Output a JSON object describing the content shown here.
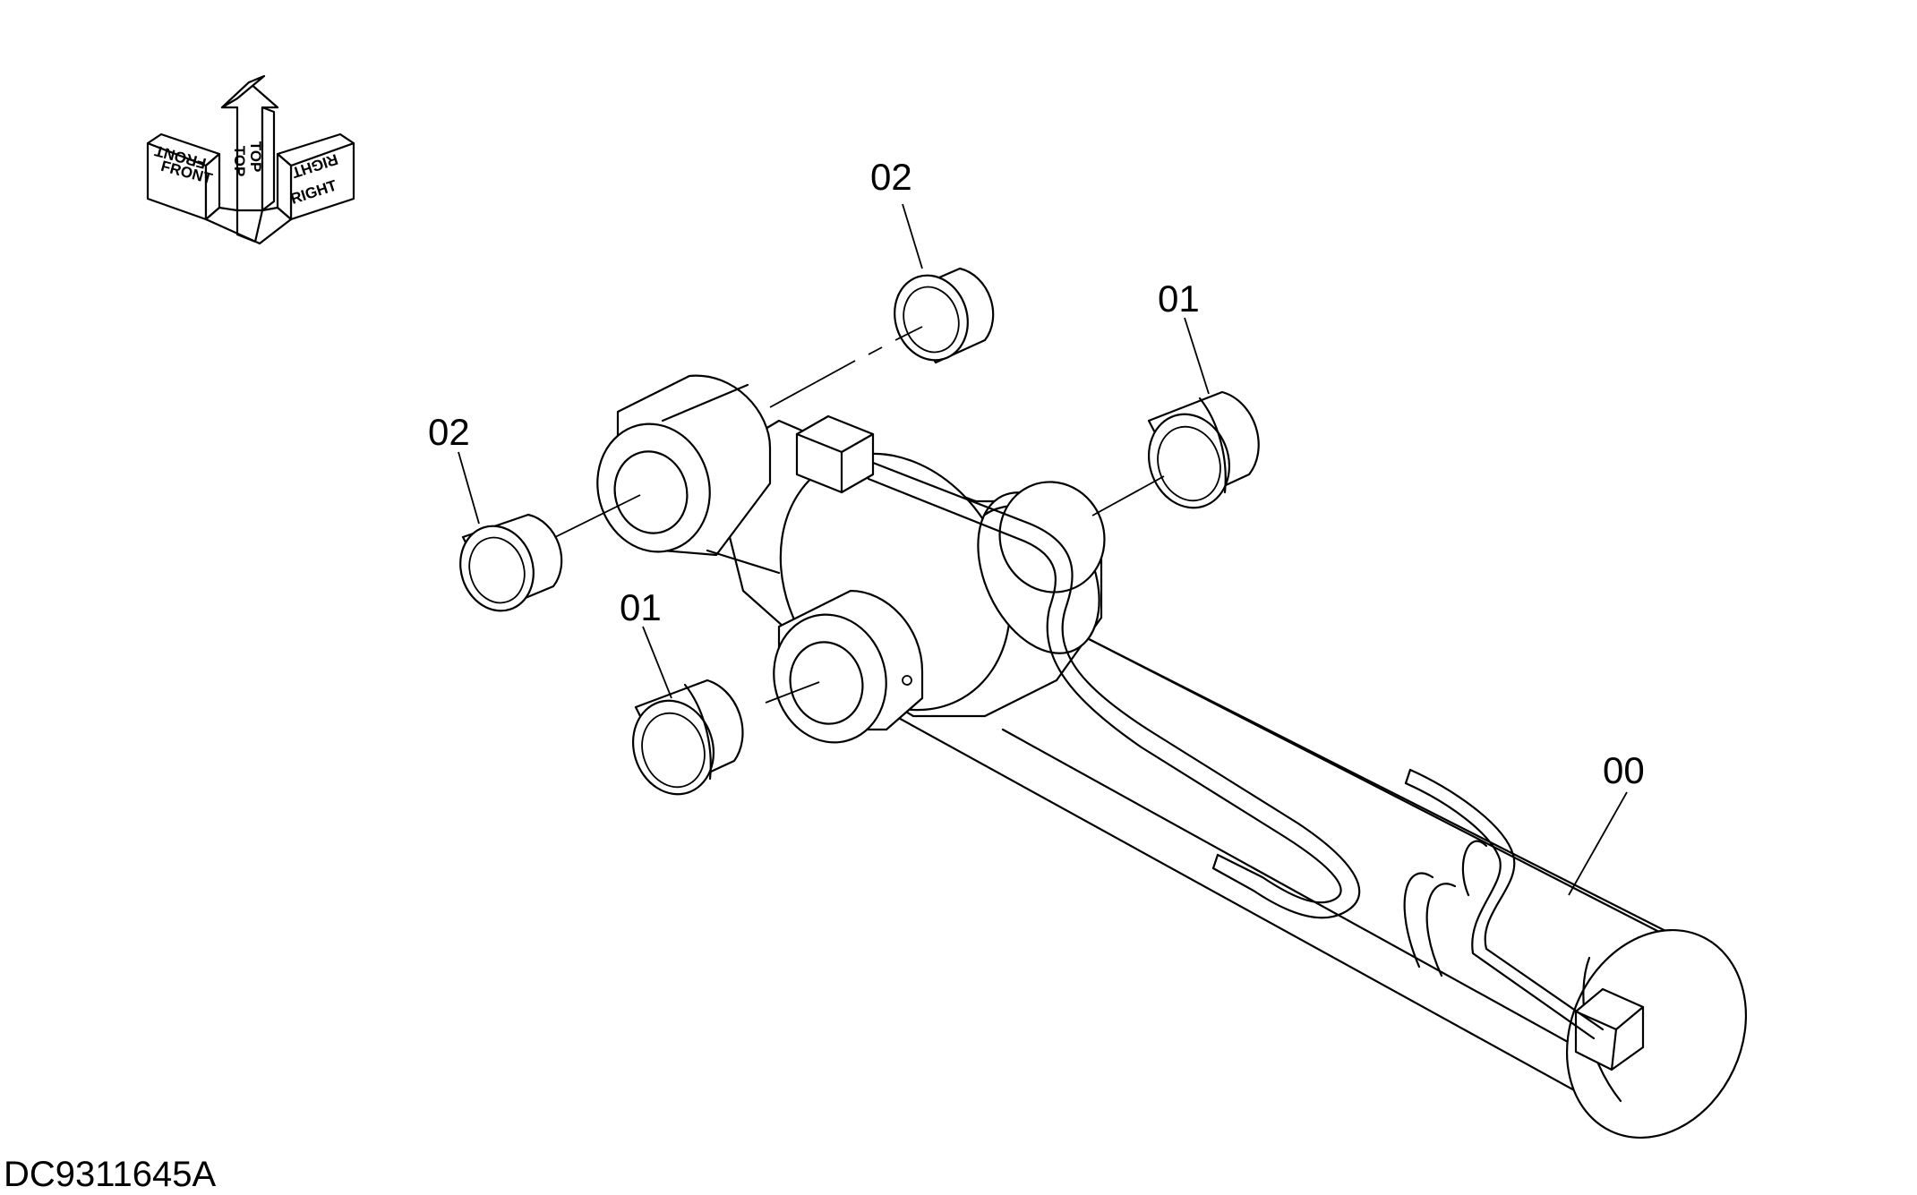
{
  "drawing_id": "DC9311645A",
  "orientation": {
    "front_label": "FRONT",
    "top_label": "TOP",
    "right_label": "RIGHT"
  },
  "callouts": [
    {
      "id": "callout-00",
      "label": "00"
    },
    {
      "id": "callout-01-upper",
      "label": "01"
    },
    {
      "id": "callout-01-lower",
      "label": "01"
    },
    {
      "id": "callout-02-upper",
      "label": "02"
    },
    {
      "id": "callout-02-lower",
      "label": "02"
    }
  ],
  "icons": [
    "orientation-arrows-icon"
  ]
}
